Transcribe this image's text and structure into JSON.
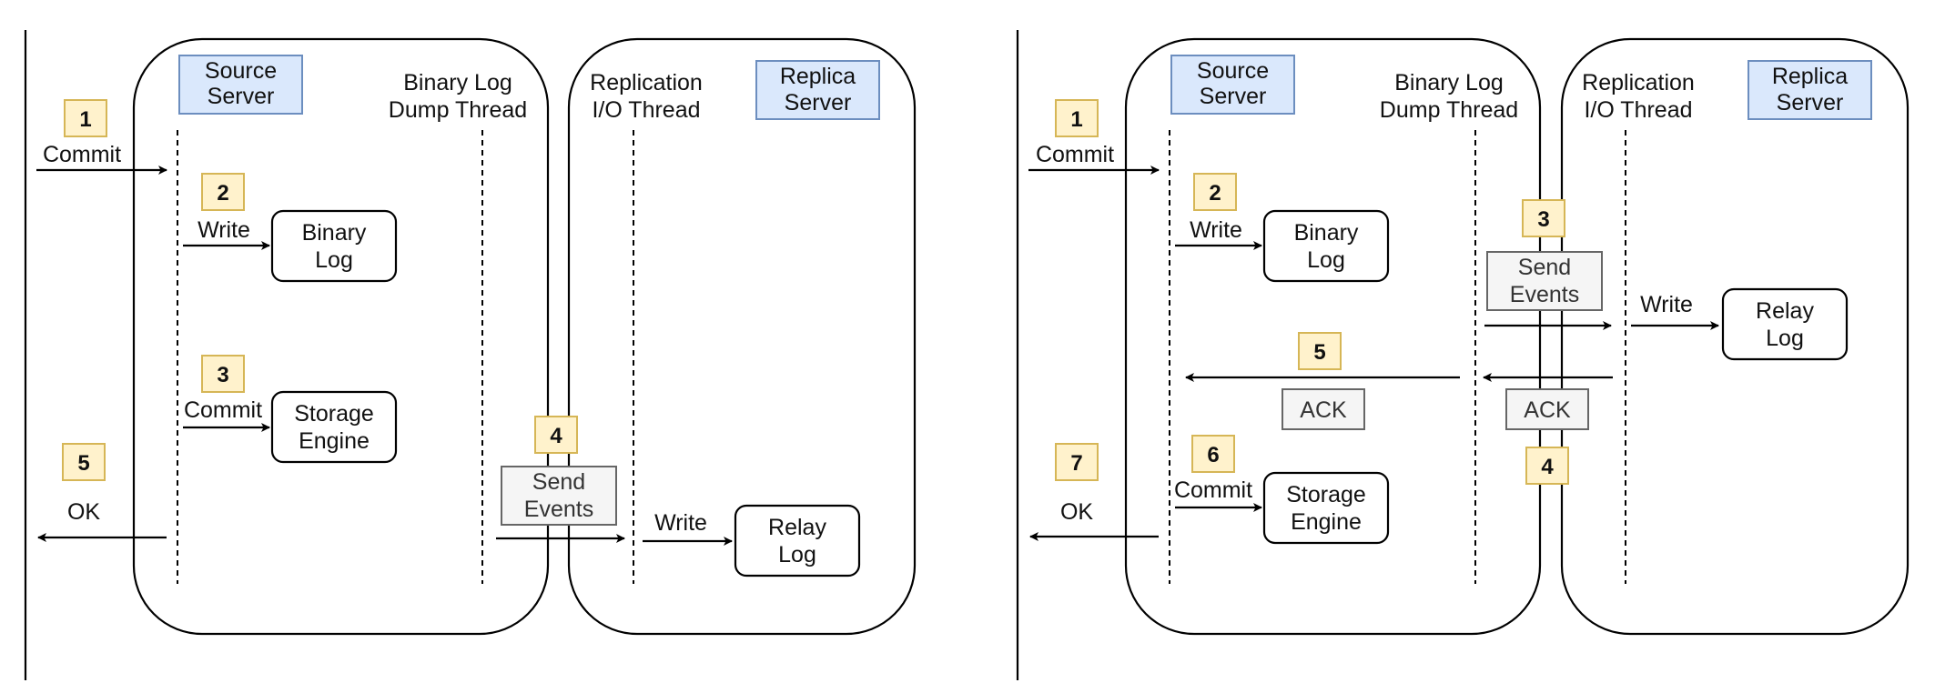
{
  "left": {
    "source_server": [
      "Source",
      "Server"
    ],
    "dump_thread": [
      "Binary Log",
      "Dump Thread"
    ],
    "io_thread": [
      "Replication",
      "I/O Thread"
    ],
    "replica_server": [
      "Replica",
      "Server"
    ],
    "binary_log": [
      "Binary",
      "Log"
    ],
    "storage_engine": [
      "Storage",
      "Engine"
    ],
    "relay_log": [
      "Relay",
      "Log"
    ],
    "send_events": [
      "Send",
      "Events"
    ],
    "step1": {
      "num": "1",
      "label": "Commit"
    },
    "step2": {
      "num": "2",
      "label": "Write"
    },
    "step3": {
      "num": "3",
      "label": "Commit"
    },
    "step4": {
      "num": "4"
    },
    "step5": {
      "num": "5",
      "label": "OK"
    },
    "relay_write": "Write"
  },
  "right": {
    "source_server": [
      "Source",
      "Server"
    ],
    "dump_thread": [
      "Binary Log",
      "Dump Thread"
    ],
    "io_thread": [
      "Replication",
      "I/O Thread"
    ],
    "replica_server": [
      "Replica",
      "Server"
    ],
    "binary_log": [
      "Binary",
      "Log"
    ],
    "storage_engine": [
      "Storage",
      "Engine"
    ],
    "relay_log": [
      "Relay",
      "Log"
    ],
    "send_events": [
      "Send",
      "Events"
    ],
    "ack_source": "ACK",
    "ack_replica": "ACK",
    "step1": {
      "num": "1",
      "label": "Commit"
    },
    "step2": {
      "num": "2",
      "label": "Write"
    },
    "step3": {
      "num": "3"
    },
    "step4": {
      "num": "4"
    },
    "step5": {
      "num": "5"
    },
    "step6": {
      "num": "6",
      "label": "Commit"
    },
    "step7": {
      "num": "7",
      "label": "OK"
    },
    "relay_write": "Write"
  },
  "colors": {
    "server_fill": "#dae8fc",
    "server_stroke": "#6c8ebf",
    "badge_fill": "#fff2cc",
    "badge_stroke": "#d6b656",
    "event_fill": "#f5f5f5",
    "event_stroke": "#666666"
  }
}
